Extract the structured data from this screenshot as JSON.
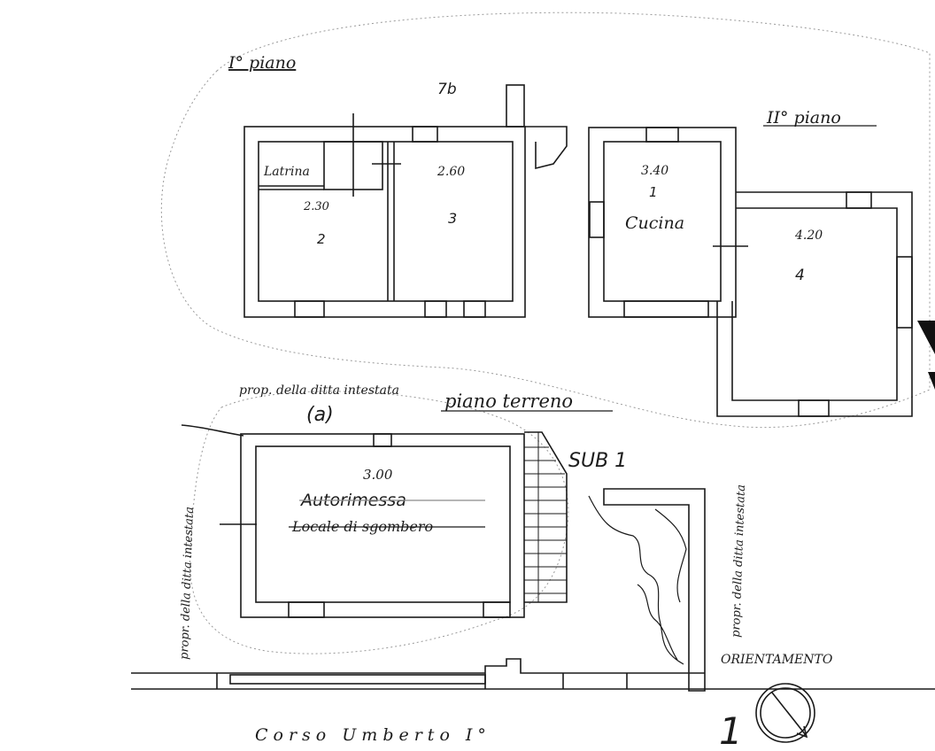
{
  "floors": {
    "first": "I° piano",
    "second": "II° piano",
    "ground": "piano terreno"
  },
  "rooms": {
    "latrina": "Latrina",
    "dim_230": "2.30",
    "dim_260": "2.60",
    "num_2": "2",
    "num_3": "3",
    "mark_top": "7b",
    "dim_340": "3.40",
    "num_1": "1",
    "cucina": "Cucina",
    "dim_420": "4.20",
    "num_4": "4",
    "dim_300": "3.00",
    "crossed_word": "Autorimessa",
    "locale": "Locale di sgombero"
  },
  "notes": {
    "prop_top": "prop. della ditta intestata",
    "prop_left": "propr. della ditta intestata",
    "prop_right": "propr. della ditta intestata",
    "marker_a": "(a)",
    "sub": "SUB 1",
    "orientamento": "ORIENTAMENTO",
    "street": "Corso Umberto I°",
    "page_mark": "1"
  }
}
